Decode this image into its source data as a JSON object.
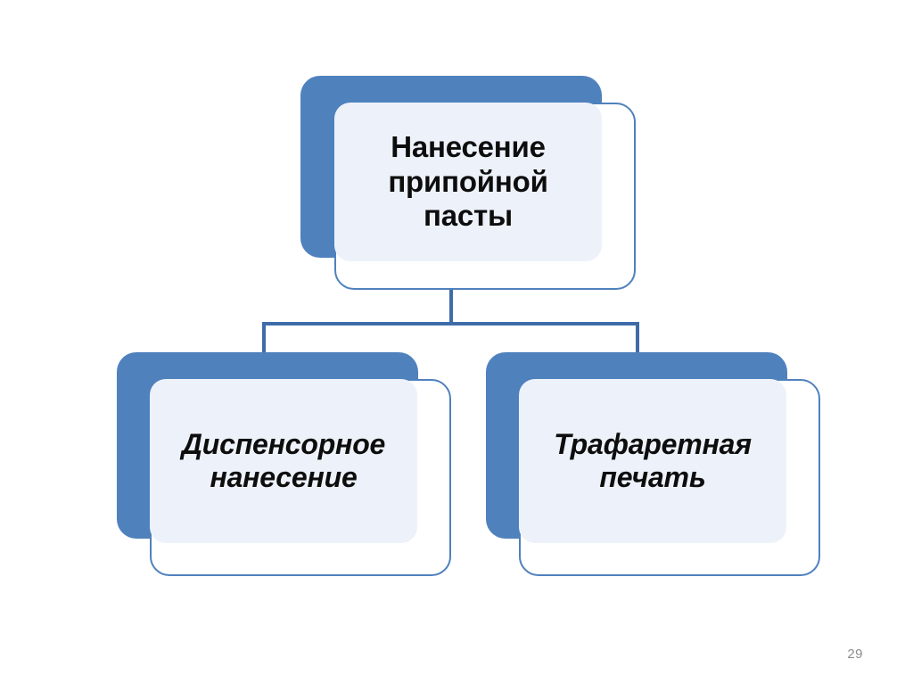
{
  "slide": {
    "background_color": "#FFFFFF",
    "page_number": "29",
    "accent_color": "#4F81BD",
    "connector_color": "#3F6CA8",
    "card_fill_color": "#EDF2FA",
    "text_color": "#0D0D0D"
  },
  "diagram": {
    "type": "hierarchy",
    "root": {
      "id": "node-root",
      "label": "Нанесение\nприпойной\nпасты",
      "label_lines": [
        "Нанесение",
        "припойной",
        "пасты"
      ],
      "style": "bold"
    },
    "children": [
      {
        "id": "node-left",
        "label": "Диспенсорное\nнанесение",
        "label_lines": [
          "Диспенсорное",
          "нанесение"
        ],
        "style": "bold-italic"
      },
      {
        "id": "node-right",
        "label": "Трафаретная\nпечать",
        "label_lines": [
          "Трафаретная",
          "печать"
        ],
        "style": "bold-italic"
      }
    ]
  }
}
